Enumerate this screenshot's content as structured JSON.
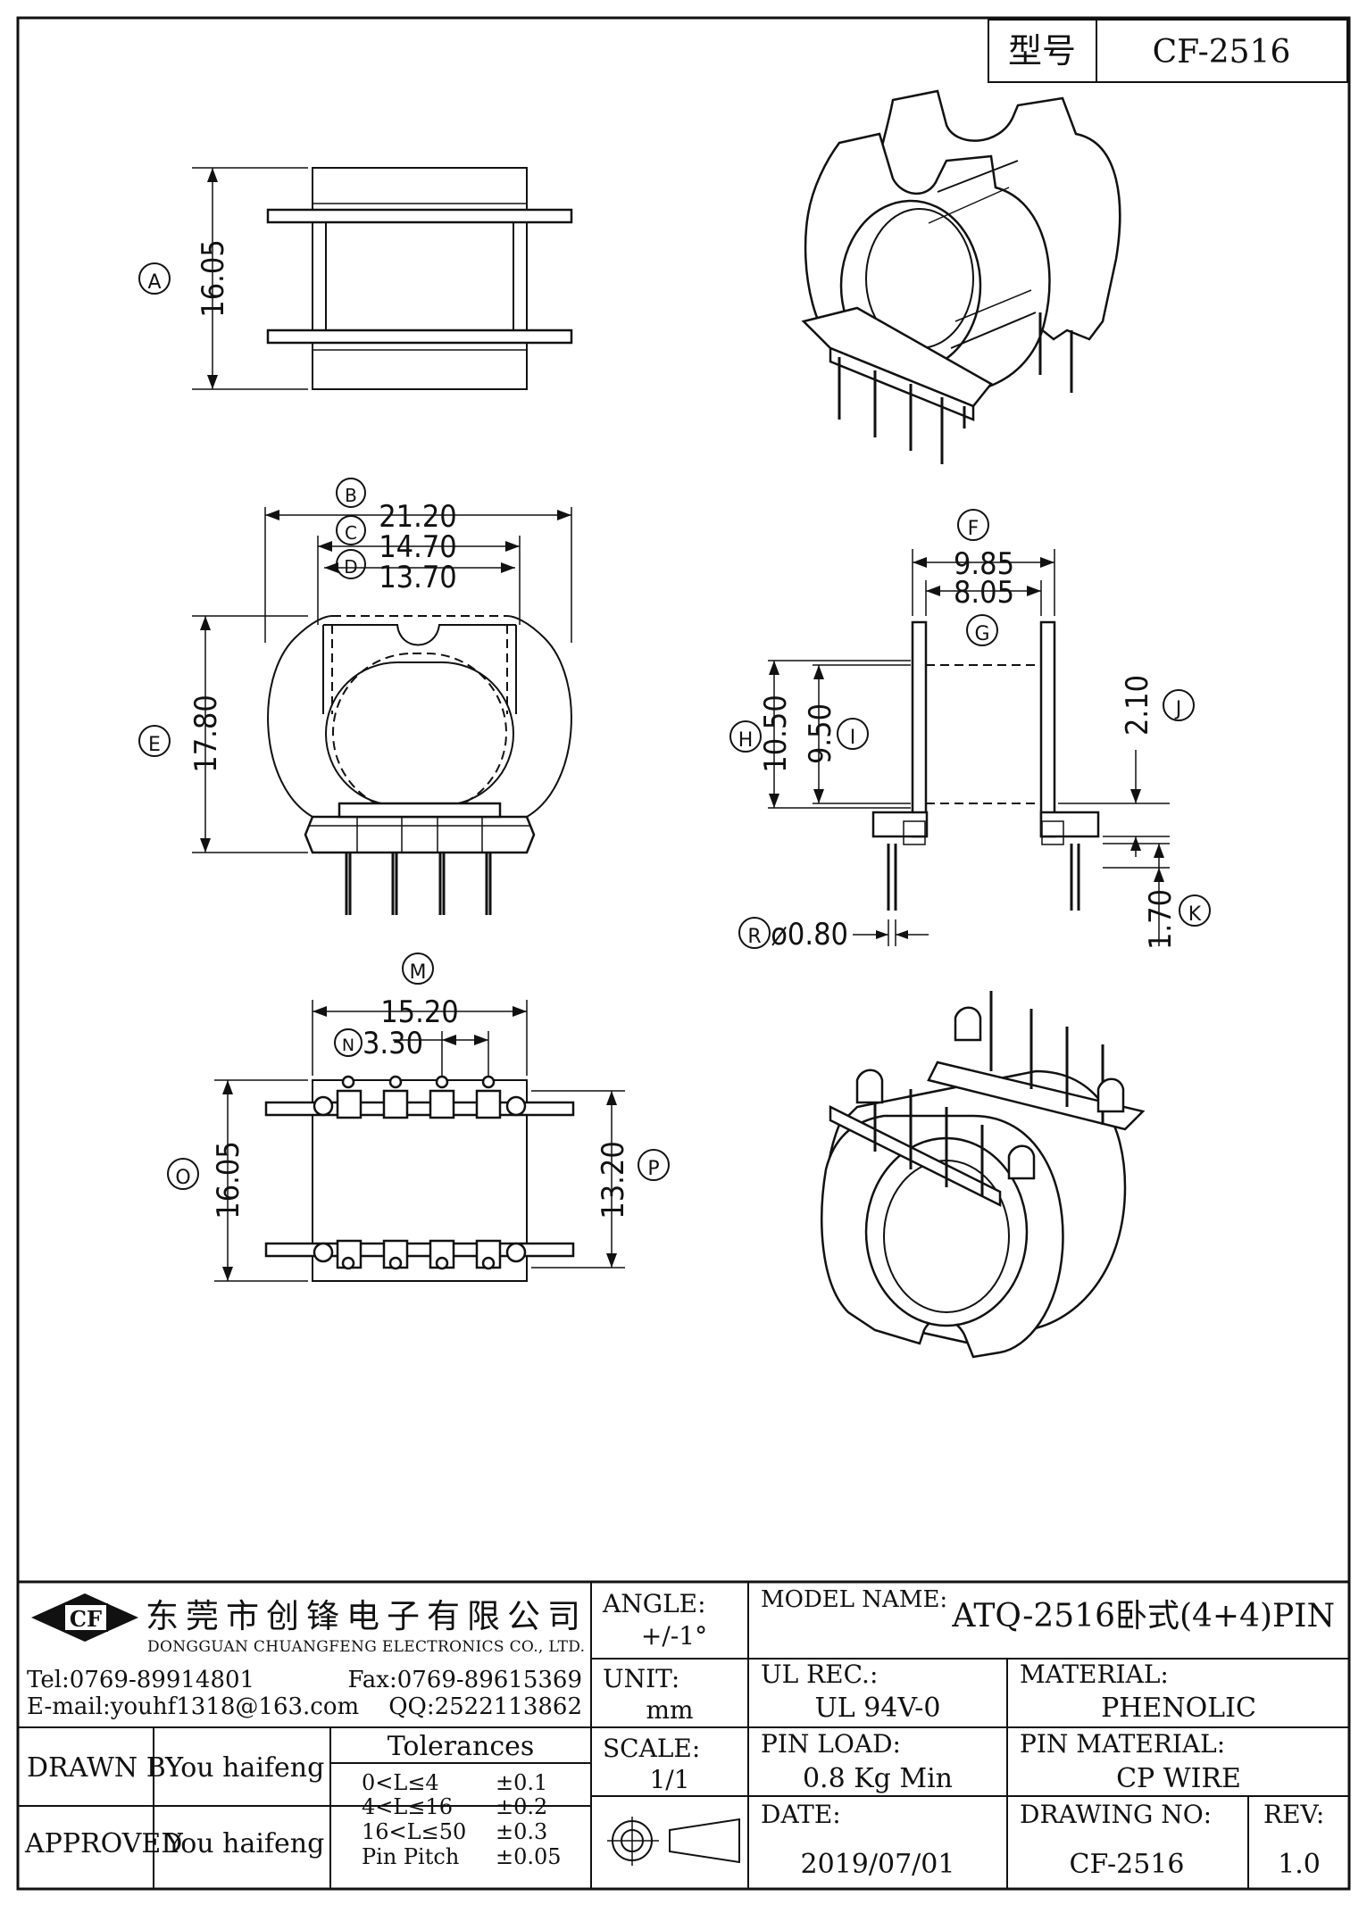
{
  "header": {
    "model_label": "型号",
    "model_value": "CF-2516"
  },
  "dimensions": {
    "A": "16.05",
    "B": "21.20",
    "C": "14.70",
    "D": "13.70",
    "E": "17.80",
    "F": "9.85",
    "F2": "8.05",
    "G": "",
    "H": "10.50",
    "I": "9.50",
    "J": "2.10",
    "K": "1.70",
    "R": "ø0.80",
    "M": "15.20",
    "N": "3.30",
    "O": "16.05",
    "P": "13.20"
  },
  "balloons": [
    "A",
    "B",
    "C",
    "D",
    "E",
    "F",
    "G",
    "H",
    "I",
    "J",
    "K",
    "R",
    "M",
    "N",
    "O",
    "P"
  ],
  "title_block": {
    "company_cn": "东莞市创锋电子有限公司",
    "company_en": "DONGGUAN CHUANGFENG ELECTRONICS CO., LTD.",
    "logo_text": "CF",
    "tel": "Tel:0769-89914801",
    "fax": "Fax:0769-89615369",
    "email": "E-mail:youhf1318@163.com",
    "qq": "QQ:2522113862",
    "angle_label": "ANGLE:",
    "angle_value": "+/-1°",
    "unit_label": "UNIT:",
    "unit_value": "mm",
    "scale_label": "SCALE:",
    "scale_value": "1/1",
    "model_name_label": "MODEL NAME:",
    "model_name_value": "ATQ-2516卧式(4+4)PIN",
    "ul_label": "UL REC.:",
    "ul_value": "UL 94V-0",
    "material_label": "MATERIAL:",
    "material_value": "PHENOLIC",
    "pin_load_label": "PIN LOAD:",
    "pin_load_value": "0.8 Kg Min",
    "pin_material_label": "PIN MATERIAL:",
    "pin_material_value": "CP WIRE",
    "date_label": "DATE:",
    "date_value": "2019/07/01",
    "drawing_no_label": "DRAWING NO:",
    "drawing_no_value": "CF-2516",
    "rev_label": "REV:",
    "rev_value": "1.0",
    "drawn_by_label": "DRAWN BY",
    "drawn_by_value": "You haifeng",
    "approved_label": "APPROVED",
    "approved_value": "You haifeng",
    "tolerances_title": "Tolerances",
    "tolerances": [
      {
        "range": "0<L≤4",
        "value": "±0.1"
      },
      {
        "range": "4<L≤16",
        "value": "±0.2"
      },
      {
        "range": "16<L≤50",
        "value": "±0.3"
      },
      {
        "range": "Pin Pitch",
        "value": "±0.05"
      }
    ]
  }
}
